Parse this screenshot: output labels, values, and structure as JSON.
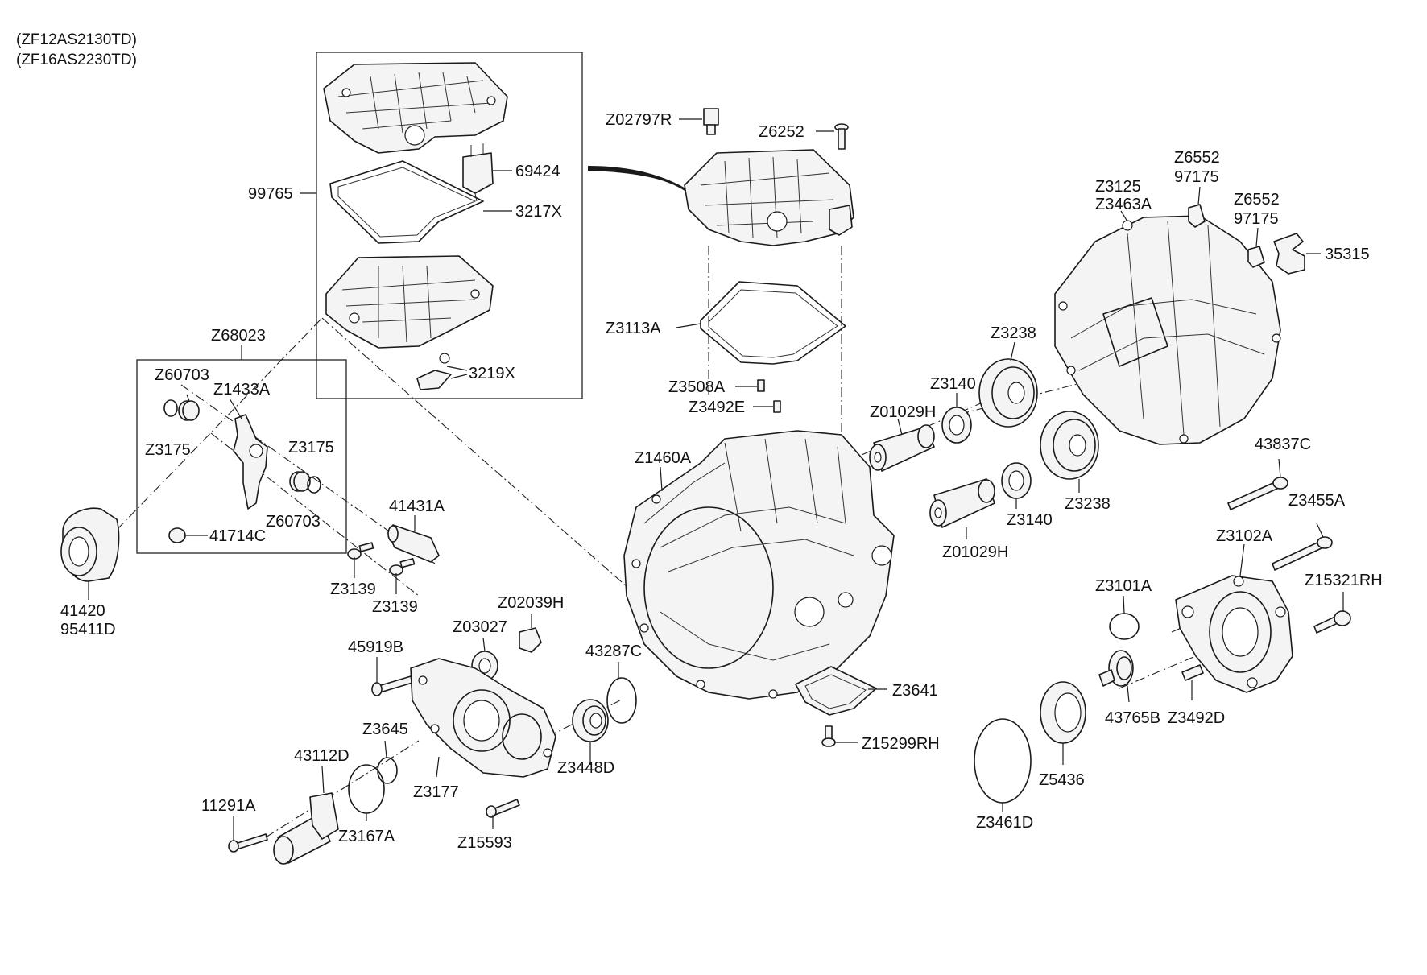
{
  "header": {
    "models": [
      "(ZF12AS2130TD)",
      "(ZF16AS2230TD)"
    ]
  },
  "labels": {
    "l99765": "99765",
    "l69424": "69424",
    "l3217X": "3217X",
    "l3219X": "3219X",
    "lZ02797R": "Z02797R",
    "lZ6252": "Z6252",
    "lZ3113A": "Z3113A",
    "lZ3508A": "Z3508A",
    "lZ3492E": "Z3492E",
    "lZ68023": "Z68023",
    "lZ60703a": "Z60703",
    "lZ1433A": "Z1433A",
    "lZ3175a": "Z3175",
    "lZ3175b": "Z3175",
    "lZ60703b": "Z60703",
    "l41714C": "41714C",
    "l41420": "41420",
    "l95411D": "95411D",
    "l41431A": "41431A",
    "lZ3139a": "Z3139",
    "lZ3139b": "Z3139",
    "lZ1460A": "Z1460A",
    "lZ01029Ha": "Z01029H",
    "lZ01029Hb": "Z01029H",
    "lZ3140a": "Z3140",
    "lZ3140b": "Z3140",
    "lZ3238a": "Z3238",
    "lZ3238b": "Z3238",
    "lZ3125": "Z3125",
    "lZ3463A": "Z3463A",
    "lZ6552a": "Z6552",
    "l97175a": "97175",
    "lZ6552b": "Z6552",
    "l97175b": "97175",
    "l35315": "35315",
    "l43837C": "43837C",
    "lZ3455A": "Z3455A",
    "lZ3102A": "Z3102A",
    "lZ3101A": "Z3101A",
    "lZ15321RH": "Z15321RH",
    "lZ3492D": "Z3492D",
    "l43765B": "43765B",
    "lZ5436": "Z5436",
    "lZ3461D": "Z3461D",
    "lZ3641": "Z3641",
    "lZ15299RH": "Z15299RH",
    "lZ02039H": "Z02039H",
    "lZ03027": "Z03027",
    "l45919B": "45919B",
    "l43287C": "43287C",
    "lZ3645": "Z3645",
    "l43112D": "43112D",
    "lZ3177": "Z3177",
    "lZ3448D": "Z3448D",
    "l11291A": "11291A",
    "lZ3167A": "Z3167A",
    "lZ15593": "Z15593"
  }
}
